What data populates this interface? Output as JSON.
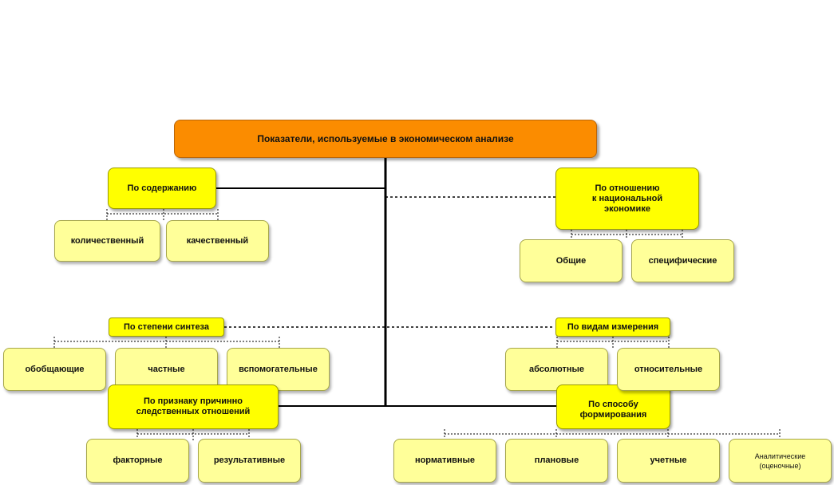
{
  "title": "Показатели, используемые в экономическом анализе",
  "categories": {
    "content": "По содержанию",
    "national": "По отношению\nк национальной\nэкономике",
    "synthesis": "По степени синтеза",
    "measurement": "По видам измерения",
    "causal": "По признаку причинно\nследственных отношений",
    "formation": "По способу\nформирования"
  },
  "leaves": {
    "quantitative": "количественный",
    "qualitative": "качественный",
    "general": "Общие",
    "specific": "специфические",
    "generalizing": "обобщающие",
    "partial": "частные",
    "auxiliary": "вспомогательные",
    "absolute": "абсолютные",
    "relative": "относительные",
    "factor": "факторные",
    "resultant": "результативные",
    "normative": "нормативные",
    "planned": "плановые",
    "accounting": "учетные",
    "analytical": "Аналитические\n(оценочные)"
  },
  "colors": {
    "title_fill": "#fb8c00",
    "category_fill": "#ffff00",
    "leaf_fill": "#ffff99",
    "connector": "#000000"
  }
}
